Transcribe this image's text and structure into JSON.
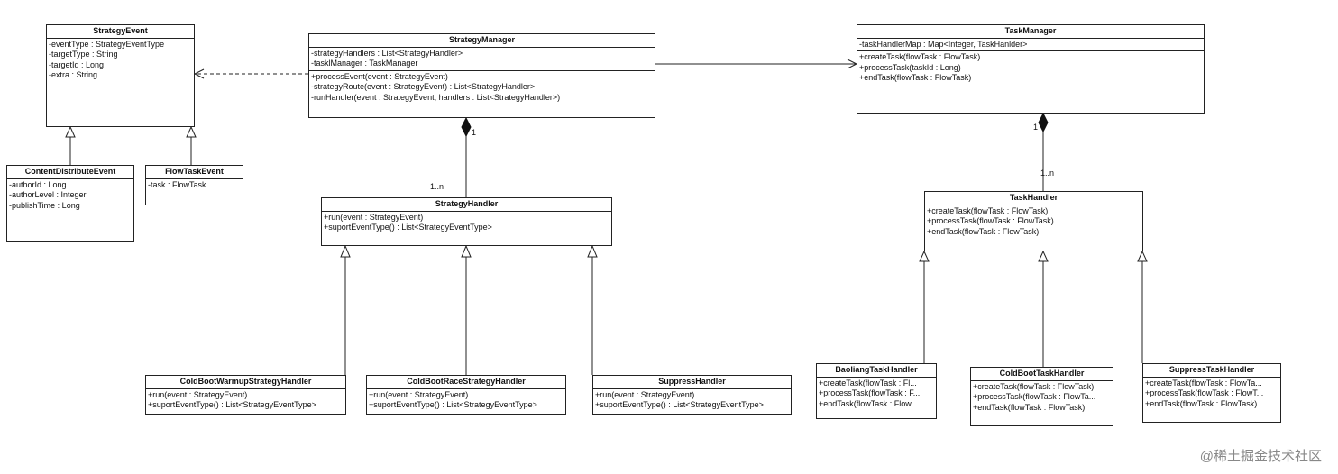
{
  "classes": {
    "strategy_event": {
      "name": "StrategyEvent",
      "attributes": [
        "-eventType : StrategyEventType",
        "-targetType : String",
        "-targetId : Long",
        "-extra : String"
      ],
      "operations": []
    },
    "content_distribute_event": {
      "name": "ContentDistributeEvent",
      "attributes": [
        "-authorId : Long",
        "-authorLevel : Integer",
        "-publishTime : Long"
      ],
      "operations": []
    },
    "flow_task_event": {
      "name": "FlowTaskEvent",
      "attributes": [
        "-task : FlowTask"
      ],
      "operations": []
    },
    "strategy_manager": {
      "name": "StrategyManager",
      "attributes": [
        "-strategyHandlers : List<StrategyHandler>",
        "-tasklManager : TaskManager"
      ],
      "operations": [
        "+processEvent(event : StrategyEvent)",
        "-strategyRoute(event : StrategyEvent) : List<StrategyHandler>",
        "-runHandler(event : StrategyEvent, handlers : List<StrategyHandler>)"
      ]
    },
    "strategy_handler": {
      "name": "StrategyHandler",
      "attributes": [],
      "operations": [
        "+run(event : StrategyEvent)",
        "+suportEventType() : List<StrategyEventType>"
      ]
    },
    "cold_boot_warmup_strategy_handler": {
      "name": "ColdBootWarmupStrategyHandler",
      "attributes": [],
      "operations": [
        "+run(event : StrategyEvent)",
        "+suportEventType() : List<StrategyEventType>"
      ]
    },
    "cold_boot_race_strategy_handler": {
      "name": "ColdBootRaceStrategyHandler",
      "attributes": [],
      "operations": [
        "+run(event : StrategyEvent)",
        "+suportEventType() : List<StrategyEventType>"
      ]
    },
    "suppress_handler": {
      "name": "SuppressHandler",
      "attributes": [],
      "operations": [
        "+run(event : StrategyEvent)",
        "+suportEventType() : List<StrategyEventType>"
      ]
    },
    "task_manager": {
      "name": "TaskManager",
      "attributes": [
        "-taskHandlerMap : Map<Integer, TaskHanlder>"
      ],
      "operations": [
        "+createTask(flowTask : FlowTask)",
        "+processTask(taskId : Long)",
        "+endTask(flowTask : FlowTask)"
      ]
    },
    "task_handler": {
      "name": "TaskHandler",
      "attributes": [],
      "operations": [
        "+createTask(flowTask : FlowTask)",
        "+processTask(flowTask : FlowTask)",
        "+endTask(flowTask : FlowTask)"
      ]
    },
    "baoliang_task_handler": {
      "name": "BaoliangTaskHandler",
      "attributes": [],
      "operations": [
        "+createTask(flowTask : Fl...",
        "+processTask(flowTask : F...",
        "+endTask(flowTask : Flow..."
      ]
    },
    "cold_boot_task_handler": {
      "name": "ColdBootTaskHandler",
      "attributes": [],
      "operations": [
        "+createTask(flowTask : FlowTask)",
        "+processTask(flowTask : FlowTa...",
        "+endTask(flowTask : FlowTask)"
      ]
    },
    "suppress_task_handler": {
      "name": "SuppressTaskHandler",
      "attributes": [],
      "operations": [
        "+createTask(flowTask : FlowTa...",
        "+processTask(flowTask : FlowT...",
        "+endTask(flowTask : FlowTask)"
      ]
    }
  },
  "multiplicities": {
    "strategy_manager_end": "1",
    "strategy_handler_end": "1..n",
    "task_manager_end": "1",
    "task_handler_end": "1..n"
  },
  "watermark": "@稀土掘金技术社区"
}
